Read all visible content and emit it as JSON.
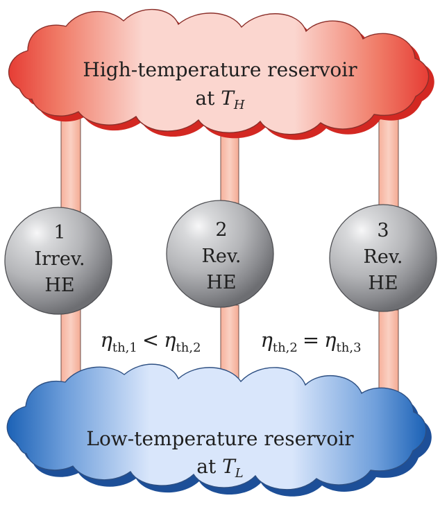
{
  "diagram": {
    "high_reservoir": {
      "line1": "High-temperature reservoir",
      "line2_prefix": "at ",
      "line2_symbol": "T",
      "line2_subscript": "H"
    },
    "low_reservoir": {
      "line1": "Low-temperature reservoir",
      "line2_prefix": "at ",
      "line2_symbol": "T",
      "line2_subscript": "L"
    },
    "engines": [
      {
        "number": "1",
        "type": "Irrev.",
        "label": "HE"
      },
      {
        "number": "2",
        "type": "Rev.",
        "label": "HE"
      },
      {
        "number": "3",
        "type": "Rev.",
        "label": "HE"
      }
    ],
    "relations": [
      {
        "left_symbol": "η",
        "left_sub": "th,1",
        "operator": "<",
        "right_symbol": "η",
        "right_sub": "th,2"
      },
      {
        "left_symbol": "η",
        "left_sub": "th,2",
        "operator": "=",
        "right_symbol": "η",
        "right_sub": "th,3"
      }
    ]
  },
  "colors": {
    "hot_cloud": "#e53935",
    "hot_cloud_light": "#fad3cf",
    "cold_cloud": "#1f63b6",
    "cold_cloud_light": "#d9e7fb",
    "pipe": "#f6b59f",
    "engine_gray": "#8d8f92",
    "engine_highlight": "#f3f4f5",
    "text": "#1f1f1f"
  },
  "icons": {
    "high_reservoir": "cloud-icon",
    "low_reservoir": "cloud-icon",
    "engine": "sphere-icon"
  }
}
